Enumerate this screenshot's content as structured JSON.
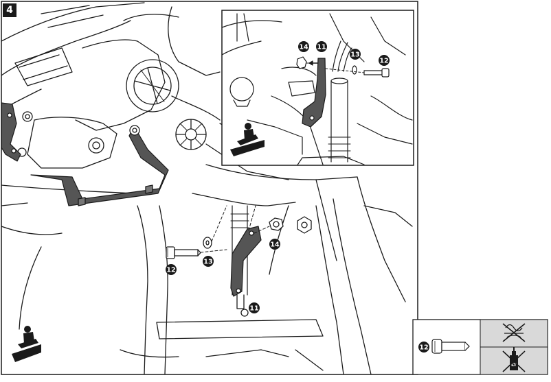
{
  "step": {
    "number": "4"
  },
  "callouts": {
    "c11": "11",
    "c12": "12",
    "c13": "13",
    "c14": "14"
  },
  "legend": {
    "part": "12",
    "options": [
      "no-grease-icon",
      "threadlocker-icon"
    ],
    "threadlocker_text": "LT"
  },
  "icons": [
    "rider-on-bike-icon"
  ],
  "colors": {
    "line": "#1a1a1a",
    "bracket_fill": "#555555",
    "panel_fill": "#d9d9d9"
  }
}
